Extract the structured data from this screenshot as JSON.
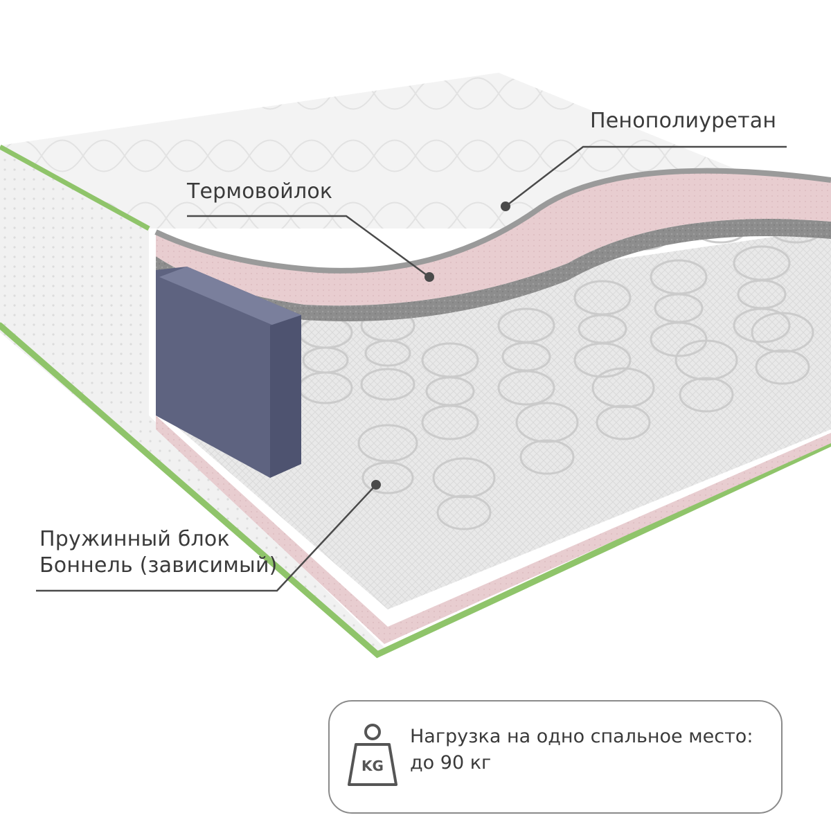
{
  "labels": {
    "ppu": "Пенополиуретан",
    "termovoilok": "Термовойлок",
    "spring_block_line1": "Пружинный блок",
    "spring_block_line2": "Боннель (зависимый)"
  },
  "load_info": {
    "icon": "weight-kg-icon",
    "icon_text": "KG",
    "line1": "Нагрузка на одно спальное место:",
    "line2": "до 90 кг"
  },
  "colors": {
    "cover": "#f2f2f2",
    "piping": "#8fc46a",
    "ppu_layer": "#e7c9cc",
    "felt_layer": "#8f8f8f",
    "frame_block": "#5e6380",
    "springs": "#cfcfcf",
    "leader_lines": "#4a4a4a"
  }
}
